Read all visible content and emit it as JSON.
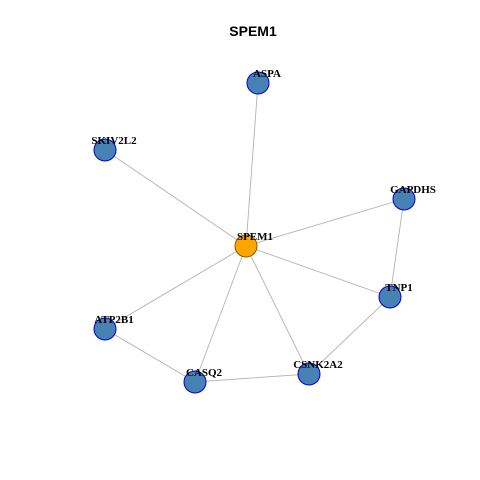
{
  "graph": {
    "title": "SPEM1",
    "colors": {
      "hub_fill": "#FFA500",
      "hub_stroke": "#8B5A00",
      "node_fill": "#4682B4",
      "node_stroke": "#0000CD",
      "edge": "#B3B3B3"
    },
    "nodes": [
      {
        "id": "SPEM1",
        "label": "SPEM1",
        "role": "hub"
      },
      {
        "id": "ASPA",
        "label": "ASPA",
        "role": "neighbor"
      },
      {
        "id": "SKIV2L2",
        "label": "SKIV2L2",
        "role": "neighbor"
      },
      {
        "id": "GAPDHS",
        "label": "GAPDHS",
        "role": "neighbor"
      },
      {
        "id": "TNP1",
        "label": "TNP1",
        "role": "neighbor"
      },
      {
        "id": "ATP2B1",
        "label": "ATP2B1",
        "role": "neighbor"
      },
      {
        "id": "CSNK2A2",
        "label": "CSNK2A2",
        "role": "neighbor"
      },
      {
        "id": "CASQ2",
        "label": "CASQ2",
        "role": "neighbor"
      }
    ],
    "edges": [
      [
        "SPEM1",
        "ASPA"
      ],
      [
        "SPEM1",
        "SKIV2L2"
      ],
      [
        "SPEM1",
        "GAPDHS"
      ],
      [
        "SPEM1",
        "TNP1"
      ],
      [
        "SPEM1",
        "ATP2B1"
      ],
      [
        "SPEM1",
        "CASQ2"
      ],
      [
        "SPEM1",
        "CSNK2A2"
      ],
      [
        "GAPDHS",
        "TNP1"
      ],
      [
        "TNP1",
        "CSNK2A2"
      ],
      [
        "CSNK2A2",
        "CASQ2"
      ],
      [
        "ATP2B1",
        "CASQ2"
      ]
    ]
  }
}
